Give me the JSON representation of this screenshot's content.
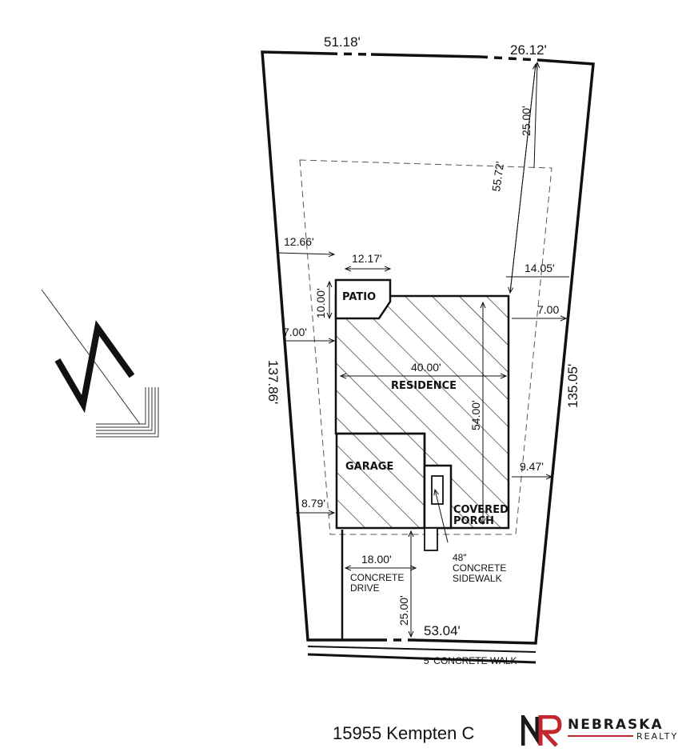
{
  "lot": {
    "top_left_frontage": "51.18'",
    "top_right_frontage": "26.12'",
    "bottom_frontage": "53.04'",
    "left_side": "137.86'",
    "right_side": "135.05'"
  },
  "setbacks": {
    "rear": "25.00'",
    "rear_to_house": "55.72'",
    "left_to_patio_line": "12.66'",
    "patio_width": "12.17'",
    "patio_depth": "10.00'",
    "left_side_yard": "7.00'",
    "right_offset": "14.05'",
    "right_side_yard": "7.00",
    "house_width": "40.00'",
    "house_depth": "54.00'",
    "right_to_porch": "9.47'",
    "left_to_garage": "8.79'",
    "drive_width": "18.00'",
    "front": "25.00'"
  },
  "labels": {
    "patio": "PATIO",
    "residence": "RESIDENCE",
    "garage": "GARAGE",
    "covered_line1": "COVERED",
    "covered_line2": "PORCH",
    "drive_line1": "CONCRETE",
    "drive_line2": "DRIVE",
    "sidewalk_line1": "48\"",
    "sidewalk_line2": "CONCRETE",
    "sidewalk_line3": "SIDEWALK",
    "street_walk": "5' CONCRETE WALK"
  },
  "address": "15955 Kempten C",
  "brand": {
    "name": "NEBRASKA",
    "sub": "REALTY",
    "accent_color": "#c0282d"
  }
}
